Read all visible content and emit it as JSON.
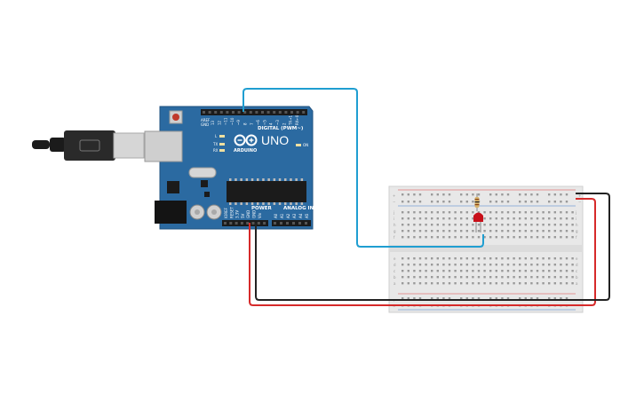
{
  "board": {
    "logo_text": "UNO",
    "brand_text": "ARDUINO",
    "digital_label": "DIGITAL (PWM~)",
    "power_label": "POWER",
    "analog_label": "ANALOG IN",
    "on_label": "ON",
    "l_label": "L",
    "tx_label": "TX",
    "rx_label": "RX",
    "aref_label": "AREF",
    "gnd_label": "GND",
    "digital_pins": [
      "13",
      "12",
      "~11",
      "~10",
      "~9",
      "8",
      "7",
      "~6",
      "~5",
      "4",
      "~3",
      "2",
      "TX→1",
      "RX←0"
    ],
    "power_pins": [
      "IOREF",
      "RESET",
      "3.3V",
      "5V",
      "GND",
      "GND",
      "Vin"
    ],
    "analog_pins": [
      "A0",
      "A1",
      "A2",
      "A3",
      "A4",
      "A5"
    ]
  },
  "breadboard": {
    "row_letters_top": [
      "j",
      "i",
      "h",
      "g",
      "f"
    ],
    "row_letters_bottom": [
      "e",
      "d",
      "c",
      "b",
      "a"
    ],
    "plus": "+",
    "minus": "−"
  },
  "colors": {
    "board": "#2b6aa1",
    "board_edge": "#1f5280",
    "wire_blue": "#1f9ed1",
    "wire_red": "#d62a2a",
    "wire_black": "#222222",
    "breadboard": "#e8e8e8",
    "led": "#c8101a",
    "resistor": "#d8b36a"
  }
}
